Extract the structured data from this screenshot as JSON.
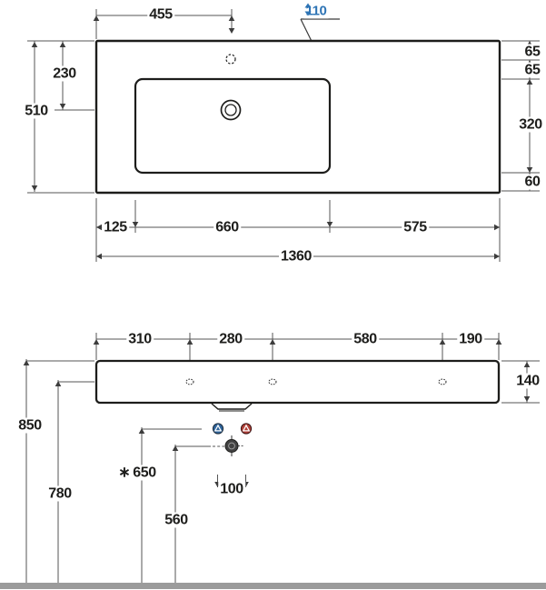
{
  "document": {
    "type": "technical drawing",
    "subject": "wall-hung washbasin with left offset bowl",
    "units": "mm"
  },
  "plan_view": {
    "faucet_offset_from_left": "455",
    "basin_depth": "110",
    "front_to_drain_axis": "230",
    "overall_depth": "510",
    "back_to_faucet_axis": "65",
    "faucet_axis_to_basin_edge": "65",
    "basin_inner_depth": "320",
    "basin_edge_to_front": "60",
    "left_edge_to_basin": "125",
    "basin_inner_width": "660",
    "basin_to_right_edge": "575",
    "overall_width": "1360"
  },
  "front_view": {
    "left_edge_to_hole1": "310",
    "hole1_to_hole2": "280",
    "hole2_to_hole3": "580",
    "hole3_to_right_edge": "190",
    "apron_height": "140",
    "rim_height_from_floor": "850",
    "fixing_holes_height": "780",
    "water_supply_note_marker": "∗",
    "water_supply_height": "650",
    "waste_outlet_height": "560",
    "supply_spacing": "100"
  },
  "icons": {
    "depth_arrow": "up-down-arrow",
    "cold_water": "cold-supply-triangle",
    "hot_water": "hot-supply-triangle",
    "waste": "waste-outlet"
  },
  "colors": {
    "annotation_blue": "#2e74b5",
    "cold_supply": "#2f659c",
    "hot_supply": "#b14038",
    "floor": "#9b9b9b",
    "line": "#1d1d1b"
  }
}
